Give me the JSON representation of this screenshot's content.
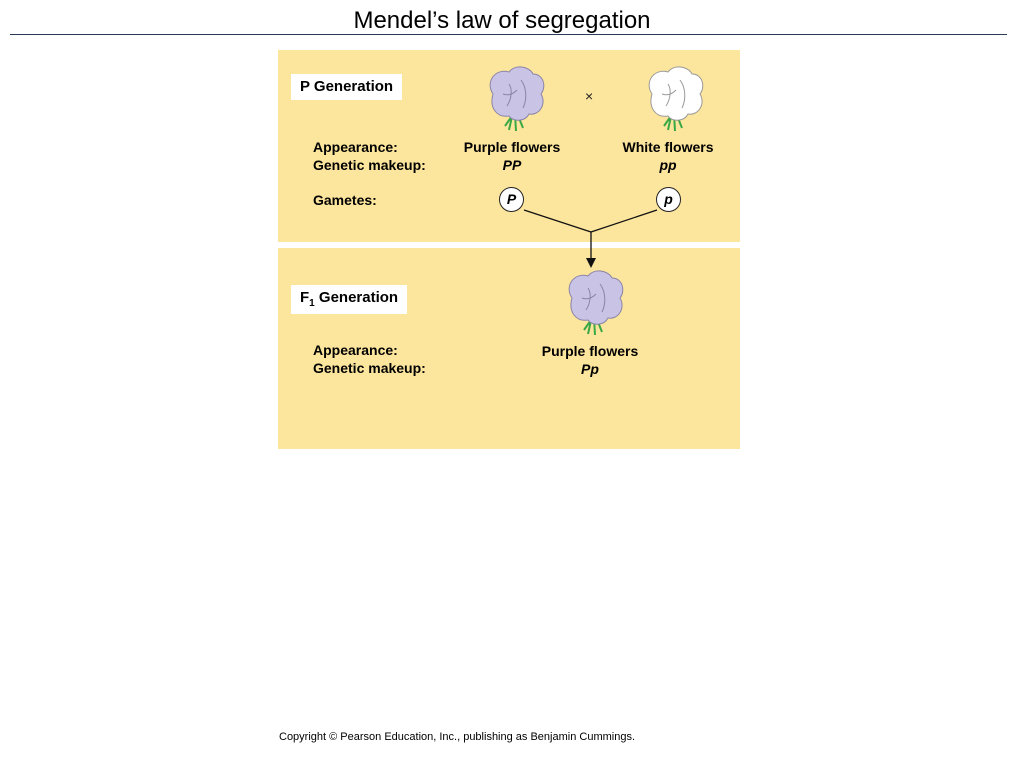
{
  "slide": {
    "title": "Mendel’s law of segregation",
    "copyright": "Copyright © Pearson Education, Inc., publishing as Benjamin Cummings."
  },
  "p_generation": {
    "label": "P Generation",
    "appearance_label": "Appearance:",
    "genetic_makeup_label": "Genetic makeup:",
    "gametes_label": "Gametes:",
    "cross_symbol": "×",
    "parent_left": {
      "appearance": "Purple flowers",
      "genotype": "PP",
      "gamete": "P",
      "flower_color": "#c9c3e6"
    },
    "parent_right": {
      "appearance": "White flowers",
      "genotype": "pp",
      "gamete": "p",
      "flower_color": "#ffffff"
    }
  },
  "f1_generation": {
    "label_main": "F",
    "label_sub": "1",
    "label_rest": " Generation",
    "appearance_label": "Appearance:",
    "genetic_makeup_label": "Genetic makeup:",
    "offspring": {
      "appearance": "Purple flowers",
      "genotype": "Pp",
      "flower_color": "#c9c3e6"
    }
  },
  "colors": {
    "panel_background": "#fce59c",
    "stem": "#3aa845"
  }
}
